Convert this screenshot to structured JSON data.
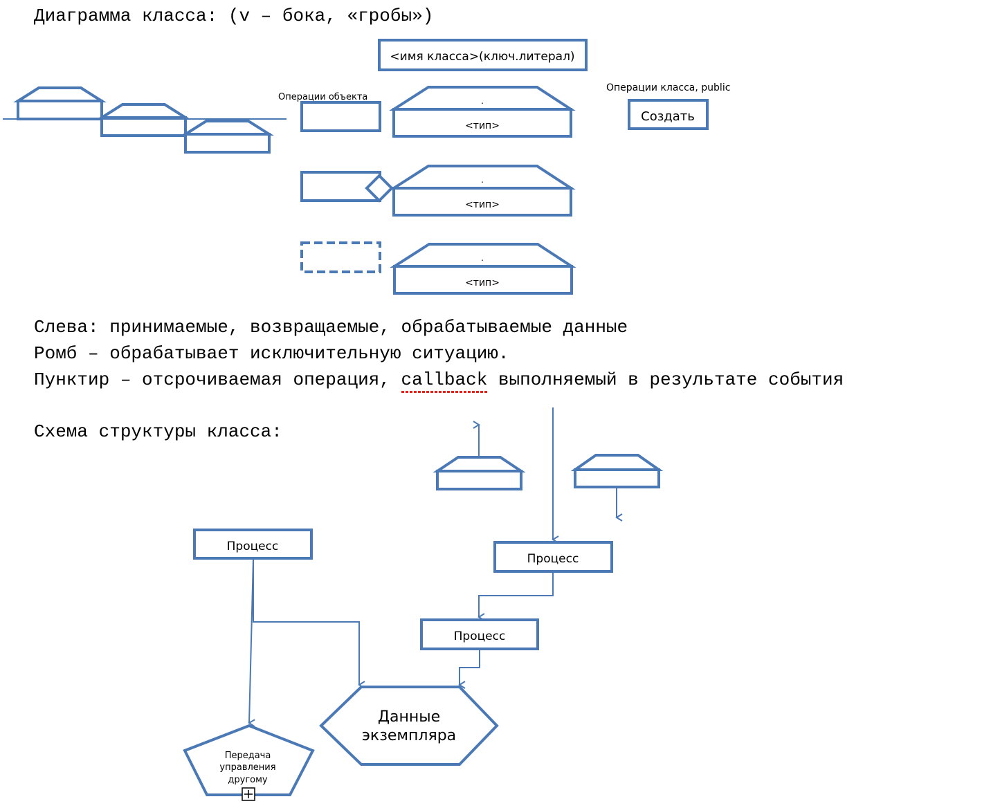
{
  "heading_class_diagram": "Диаграмма класса: (v – бока, «гробы»)",
  "class_name_box": "<имя класса>(ключ.литерал)",
  "object_ops_label": "Операции объекта",
  "class_ops_label": "Операции класса, public",
  "create_button": "Создать",
  "type_label": "<тип>",
  "dot": ".",
  "desc_line1": "Слева: принимаемые, возвращаемые, обрабатываемые данные",
  "desc_line2": "Ромб – обрабатывает исключительную ситуацию.",
  "desc_line3_a": "Пунктир – отсрочиваемая операция, ",
  "desc_line3_b": "callback",
  "desc_line3_c": " выполняемый в результате события",
  "heading_structure": "Схема структуры класса:",
  "process_label": "Процесс",
  "instance_data": [
    "Данные",
    "экземпляра"
  ],
  "transfer_control": [
    "Передача",
    "управления",
    "другому"
  ],
  "colors": {
    "stroke": "#4a79b6",
    "spellcheck": "#e0231c"
  }
}
